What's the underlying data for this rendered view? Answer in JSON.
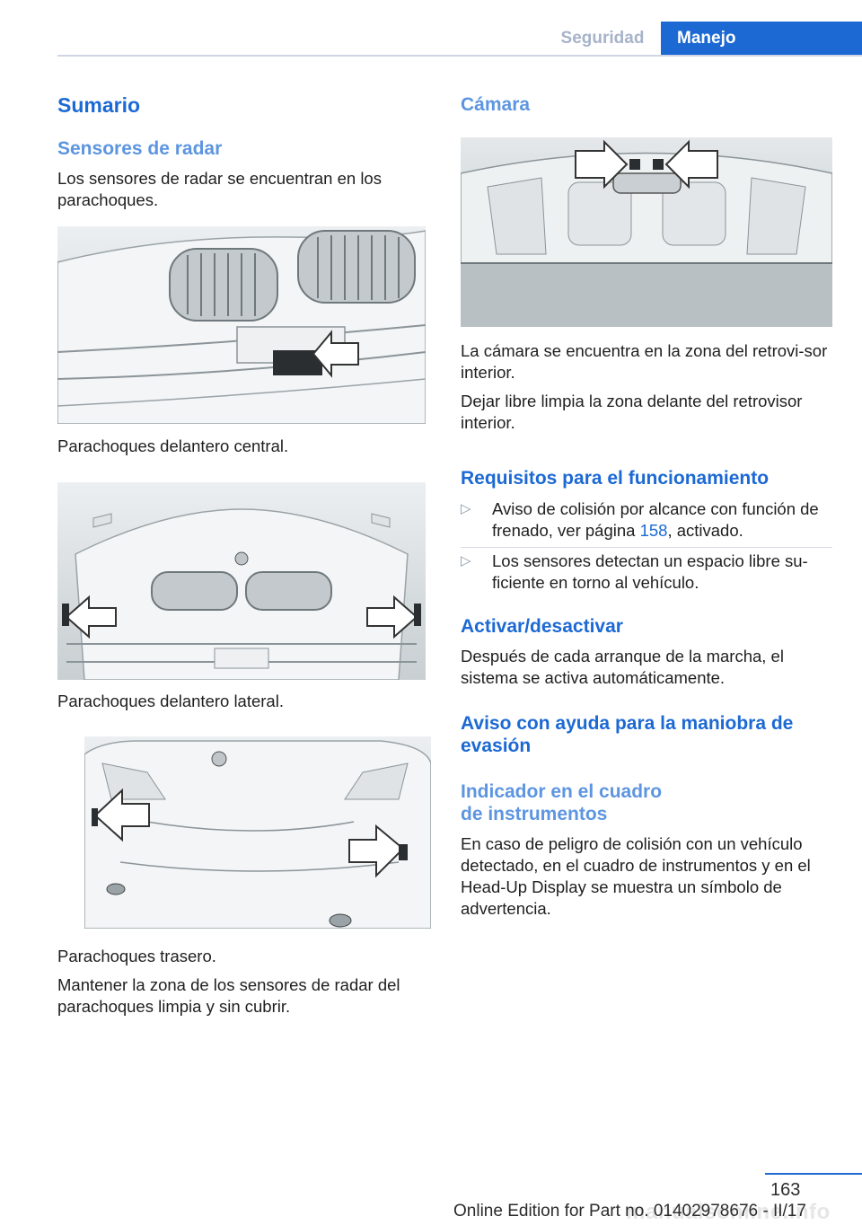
{
  "header": {
    "tab_seguridad": "Seguridad",
    "tab_manejo": "Manejo",
    "accent_color": "#1c69d4"
  },
  "left": {
    "title": "Sumario",
    "radar_heading": "Sensores de radar",
    "radar_text": "Los sensores de radar se encuentran en los parachoques.",
    "caption_front_center": "Parachoques delantero central.",
    "caption_front_side": "Parachoques delantero lateral.",
    "caption_rear": "Parachoques trasero.",
    "keep_clean_text": "Mantener la zona de los sensores de radar del parachoques limpia y sin cubrir."
  },
  "right": {
    "camera_heading": "Cámara",
    "camera_text_1": "La cámara se encuentra en la zona del retrovi‐sor interior.",
    "camera_text_2": "Dejar libre limpia la zona delante del retrovisor interior.",
    "requirements_heading": "Requisitos para el funcionamiento",
    "bullet_marker": "▷",
    "bullet_1_pre": "Aviso de colisión por alcance con función de frenado, ver página ",
    "bullet_1_link": "158",
    "bullet_1_post": ", activado.",
    "bullet_2": "Los sensores detectan un espacio libre su‐ficiente en torno al vehículo.",
    "activate_heading": "Activar/desactivar",
    "activate_text": "Después de cada arranque de la marcha, el sistema se activa automáticamente.",
    "evasion_heading": "Aviso con ayuda para la maniobra de evasión",
    "indicator_heading_1": "Indicador en el cuadro",
    "indicator_heading_2": "de instrumentos",
    "indicator_text": "En caso de peligro de colisión con un vehículo detectado, en el cuadro de instrumentos y en el Head-Up Display se muestra un símbolo de advertencia."
  },
  "footer": {
    "page_number": "163",
    "edition_text": "Online Edition for Part no. 01402978676 - II/17",
    "watermark": "manualsonline.info"
  }
}
